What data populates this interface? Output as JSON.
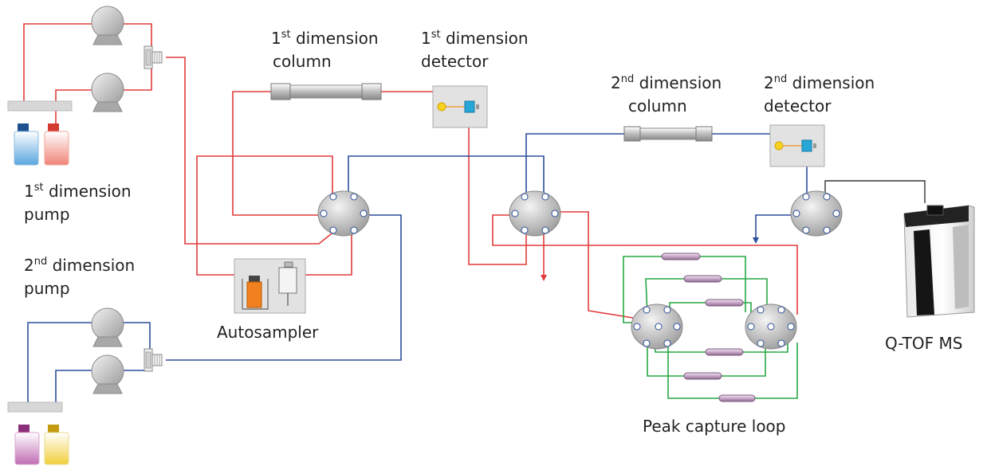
{
  "labels": {
    "pump1_line1_main": "1",
    "pump1_line1_sup": "st",
    "pump1_line1_rest": " dimension",
    "pump1_line2": "pump",
    "pump2_line1_main": "2",
    "pump2_line1_sup": "nd",
    "pump2_line1_rest": " dimension",
    "pump2_line2": "pump",
    "col1_line1_main": "1",
    "col1_line1_sup": "st",
    "col1_line1_rest": " dimension",
    "col1_line2": "column",
    "det1_line1_main": "1",
    "det1_line1_sup": "st",
    "det1_line1_rest": " dimension",
    "det1_line2": "detector",
    "col2_line1_main": "2",
    "col2_line1_sup": "nd",
    "col2_line1_rest": " dimension",
    "col2_line2": "column",
    "det2_line1_main": "2",
    "det2_line1_sup": "nd",
    "det2_line1_rest": " dimension",
    "det2_line2": "detector",
    "autosampler": "Autosampler",
    "qtof": "Q-TOF MS",
    "loop": "Peak capture loop"
  },
  "colors": {
    "red_line": "#e23b3b",
    "blue_line": "#2b4f9a",
    "green_line": "#27a844",
    "black_line": "#333333",
    "pump_gray": "#c8c8c8",
    "bottle_blue": "#6aaee0",
    "bottle_red": "#f08a80",
    "bottle_purple": "#c77ab8",
    "bottle_yellow": "#f0d24a",
    "detector_box": "#e2e2e2",
    "loop_tube": "#c8a7c9"
  }
}
